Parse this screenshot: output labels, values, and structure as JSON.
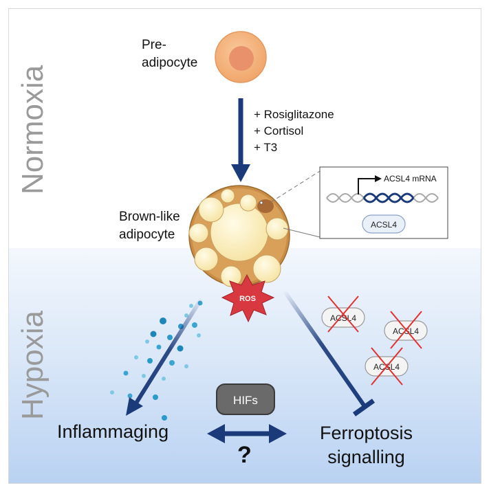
{
  "sections": {
    "normoxia": "Normoxia",
    "hypoxia": "Hypoxia"
  },
  "cells": {
    "preadipocyte": [
      "Pre-",
      "adipocyte"
    ],
    "brown_like": [
      "Brown-like",
      "adipocyte"
    ]
  },
  "treatments": [
    "+ Rosiglitazone",
    "+ Cortisol",
    "+ T3"
  ],
  "inset": {
    "mrna_label": "ACSL4 mRNA",
    "protein_label": "ACSL4"
  },
  "ros_label": "ROS",
  "blocked_proteins": [
    "ACSL4",
    "ACSL4",
    "ACSL4"
  ],
  "hifs_label": "HIFs",
  "outcomes": {
    "inflammaging": "Inflammaging",
    "ferroptosis": [
      "Ferroptosis",
      "signalling"
    ]
  },
  "question_mark": "?",
  "colors": {
    "arrow": "#1a3a7a",
    "cell_orange": "#f2b07a",
    "cross_red": "#e03030",
    "ros_red": "#d8383f",
    "side_label": "#9a9a9a"
  }
}
